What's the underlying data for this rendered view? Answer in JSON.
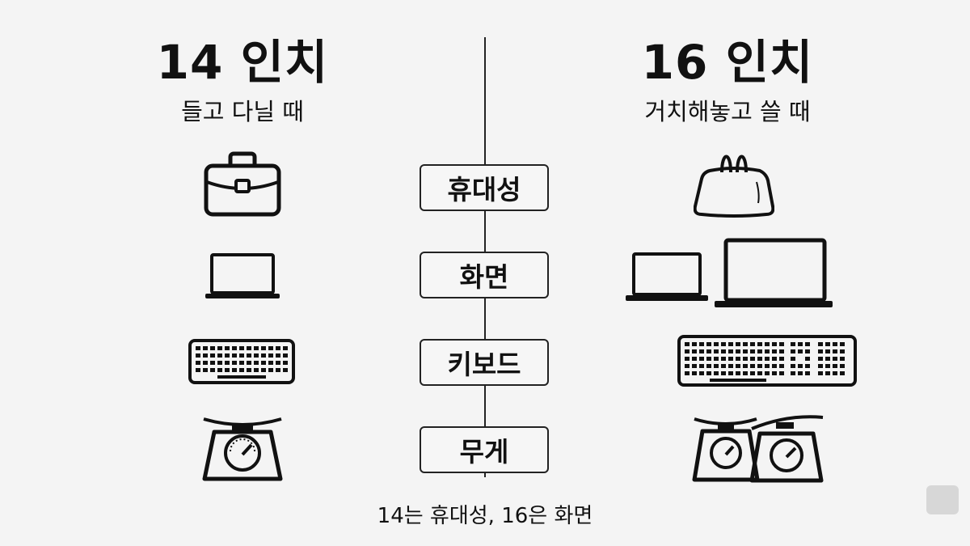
{
  "left": {
    "title": "14 인치",
    "subtitle": "들고 다닐 때"
  },
  "right": {
    "title": "16 인치",
    "subtitle": "거치해놓고 쓸 때"
  },
  "categories": [
    "휴대성",
    "화면",
    "키보드",
    "무게"
  ],
  "caption": "14는 휴대성, 16은 화면",
  "icons": {
    "left": [
      "briefcase-icon",
      "laptop-icon",
      "keyboard-icon",
      "scale-icon"
    ],
    "right": [
      "tote-bag-icon",
      "laptop-pair-icon",
      "keyboard-full-icon",
      "scale-pair-icon"
    ]
  }
}
